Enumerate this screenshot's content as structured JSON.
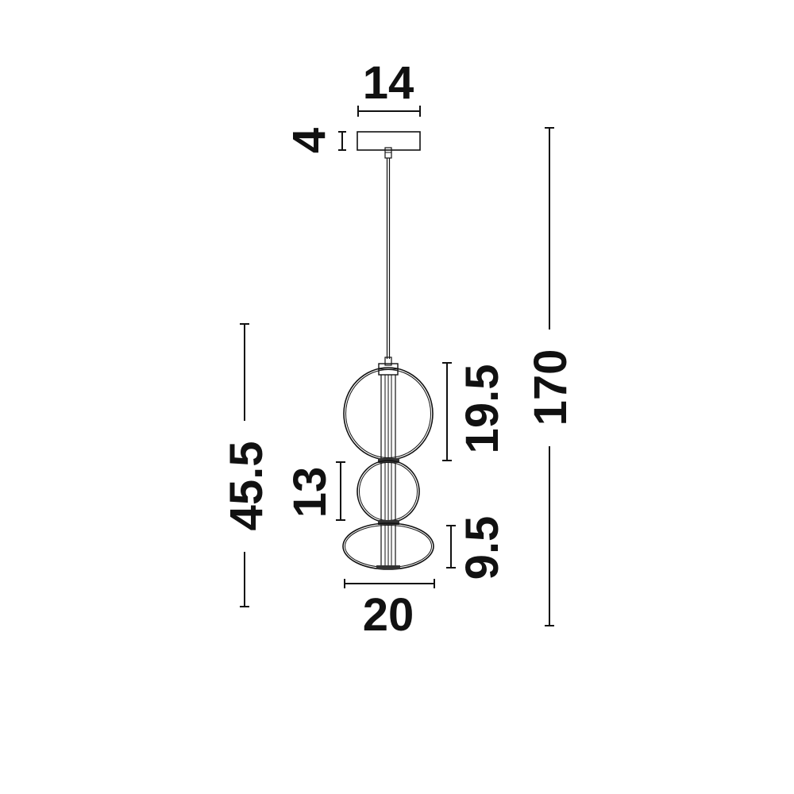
{
  "drawing": {
    "subject": "pendant lamp dimension drawing",
    "units": "cm",
    "line_color": "#111111",
    "background": "#ffffff"
  },
  "dimensions": {
    "canopy_width": "14",
    "canopy_height": "4",
    "total_height": "170",
    "body_height": "45.5",
    "top_ring_height": "19.5",
    "middle_ring_height": "13",
    "bottom_ring_height": "9.5",
    "body_width": "20"
  }
}
